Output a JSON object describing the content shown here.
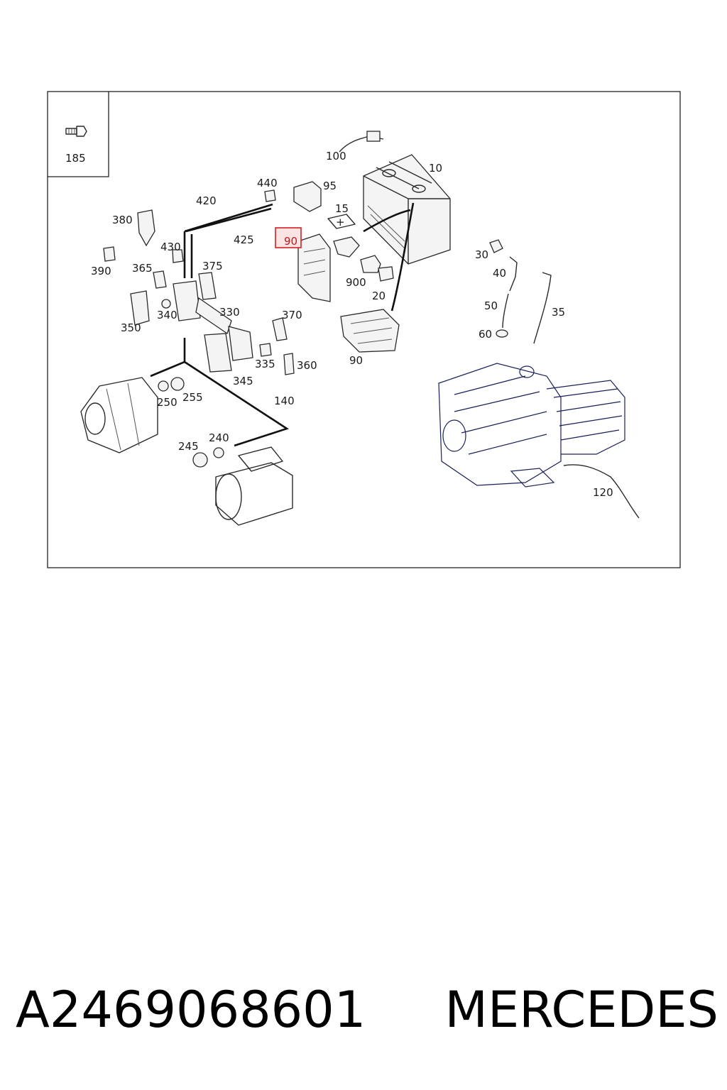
{
  "diagram": {
    "inset_label": "185",
    "highlight_label": "90",
    "part_labels": {
      "p100": "100",
      "p10": "10",
      "p440": "440",
      "p95": "95",
      "p420": "420",
      "p15": "15",
      "p425": "425",
      "p380": "380",
      "p430": "430",
      "p390": "390",
      "p365": "365",
      "p375": "375",
      "p30": "30",
      "p40": "40",
      "p900": "900",
      "p20": "20",
      "p330": "330",
      "p370": "370",
      "p340": "340",
      "p350": "350",
      "p50": "50",
      "p35": "35",
      "p60": "60",
      "p335": "335",
      "p360": "360",
      "p90b": "90",
      "p345": "345",
      "p250": "250",
      "p255": "255",
      "p140": "140",
      "p240": "240",
      "p245": "245",
      "p120": "120"
    }
  },
  "caption": {
    "part_number": "A2469068601",
    "brand": "MERCEDES"
  }
}
